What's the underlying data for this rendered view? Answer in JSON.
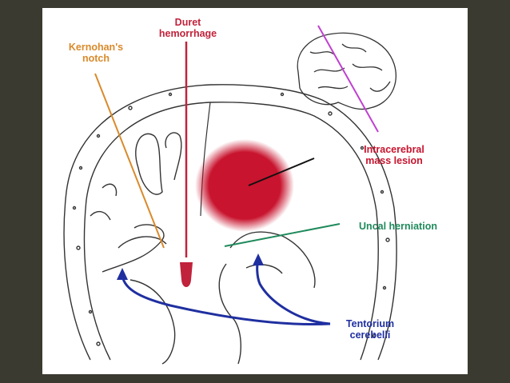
{
  "labels": {
    "kernohan_line1": "Kernohan's",
    "kernohan_line2": "notch",
    "duret_line1": "Duret",
    "duret_line2": "hemorrhage",
    "mass_line1": "Intracerebral",
    "mass_line2": "mass lesion",
    "uncal": "Uncal herniation",
    "tentorium_line1": "Tentorium",
    "tentorium_line2": "cerebelli"
  },
  "colors": {
    "frame_background": "#3a3a30",
    "kernohan": "#d98a2b",
    "duret": "#c0233b",
    "mass": "#c8142e",
    "uncal": "#1f8a5c",
    "tentorium": "#1f2fa0",
    "brain_plane_line": "#c040d0",
    "mass_pointer": "#111111"
  },
  "icons": {
    "inset": "brain-side-view-icon"
  }
}
